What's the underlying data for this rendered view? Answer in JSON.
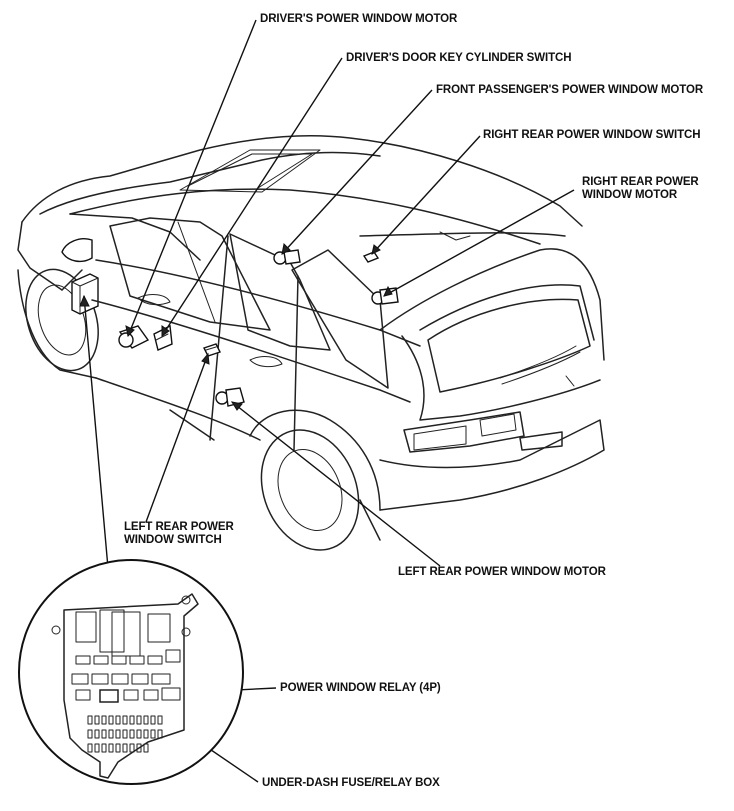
{
  "labels": {
    "drivers_window_motor": "DRIVER'S POWER WINDOW MOTOR",
    "drivers_key_cylinder": "DRIVER'S DOOR KEY CYLINDER SWITCH",
    "front_passenger_motor": "FRONT PASSENGER'S POWER WINDOW MOTOR",
    "right_rear_switch": "RIGHT REAR POWER WINDOW SWITCH",
    "right_rear_motor_l1": "RIGHT REAR POWER",
    "right_rear_motor_l2": "WINDOW MOTOR",
    "left_rear_switch_l1": "LEFT REAR POWER",
    "left_rear_switch_l2": "WINDOW SWITCH",
    "left_rear_motor": "LEFT REAR POWER WINDOW MOTOR",
    "power_window_relay": "POWER WINDOW RELAY (4P)",
    "fuse_box": "UNDER-DASH FUSE/RELAY BOX"
  },
  "colors": {
    "ink": "#111111",
    "background": "#ffffff"
  }
}
